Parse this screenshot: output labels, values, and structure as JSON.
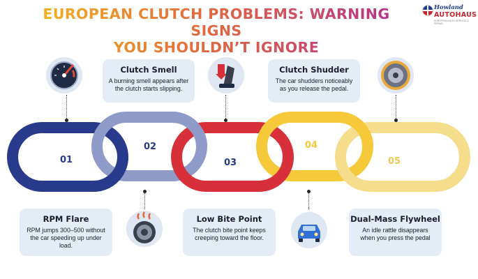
{
  "title": {
    "line1": "EUROPEAN CLUTCH PROBLEMS: WARNING SIGNS",
    "line2": "YOU SHOULDN’T IGNORE"
  },
  "logo": {
    "brand_top": "Howland",
    "brand_bottom": "AUTOHAUS",
    "tagline": "EUROPEAN AUTO SERVICE & REPAIR"
  },
  "colors": {
    "link1": "#273a8c",
    "link2": "#8e9ac8",
    "link3": "#d7303a",
    "link4": "#f5c93a",
    "link5": "#f5dd8c",
    "card_bg": "#e4ecf6"
  },
  "links": [
    {
      "number": "01",
      "color": "#273a8c"
    },
    {
      "number": "02",
      "color": "#8e9ac8"
    },
    {
      "number": "03",
      "color": "#d7303a"
    },
    {
      "number": "04",
      "color": "#f5c93a"
    },
    {
      "number": "05",
      "color": "#f5dd8c"
    }
  ],
  "signs": [
    {
      "title": "RPM Flare",
      "description": "RPM jumps 300–500 without the car speeding up under load.",
      "icon": "tachometer-icon"
    },
    {
      "title": "Clutch Smell",
      "description": "A burning smell appears after the clutch starts slipping.",
      "icon": "burning-clutch-icon"
    },
    {
      "title": "Low Bite Point",
      "description": "The clutch bite point keeps creeping toward the floor.",
      "icon": "clutch-pedal-icon"
    },
    {
      "title": "Clutch Shudder",
      "description": "The car shudders noticeably as you release the pedal.",
      "icon": "car-icon"
    },
    {
      "title": "Dual-Mass Flywheel",
      "description": "An idle rattle disappears when you press the pedal",
      "icon": "flywheel-icon"
    }
  ]
}
